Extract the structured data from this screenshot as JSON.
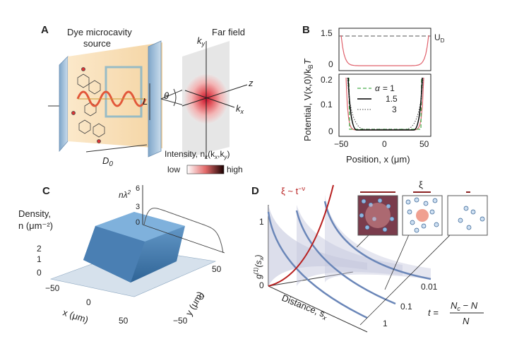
{
  "panelA": {
    "letter": "A",
    "source_title_line1": "Dye microcavity",
    "source_title_line2": "source",
    "far_field": "Far field",
    "cavity_length": "L",
    "diameter": "D",
    "diameter_sub": "0",
    "angle": "θ",
    "axis_ky": "k",
    "axis_ky_sub": "y",
    "axis_kx": "k",
    "axis_kx_sub": "x",
    "axis_z": "z",
    "intensity_label": "Intensity, n",
    "intensity_arg": "(k",
    "intensity_arg_mid": ",k",
    "intensity_arg_end": ")",
    "colorbar_low": "low",
    "colorbar_high": "high",
    "colors": {
      "cavity": "#f7d9a8",
      "mirror": "#a9c4dc",
      "beam": "#e2573a"
    }
  },
  "panelB": {
    "letter": "B",
    "ylabel": "Potential, V(x,0)/k",
    "ylabel_sub": "B",
    "ylabel_end": "T",
    "xlabel": "Position, x (μm)",
    "top_yticks": [
      "1.5",
      "0"
    ],
    "bottom_yticks": [
      "0.2",
      "0.1",
      "0"
    ],
    "xticks": [
      "−50",
      "0",
      "50"
    ],
    "ud_label": "U",
    "ud_sub": "D",
    "legend_symbol": "α",
    "legend": [
      "= 1",
      "1.5",
      "3"
    ],
    "colors": {
      "data": "#e0606b",
      "alpha1": "#4caf50",
      "alpha15": "#000000",
      "alpha3": "#444444"
    }
  },
  "panelC": {
    "letter": "C",
    "density_label": "Density,",
    "density_unit": "n (μm⁻²)",
    "z_ticks": [
      "2",
      "1",
      "0"
    ],
    "x_ticks": [
      "−50",
      "0",
      "50"
    ],
    "y_ticks": [
      "50",
      "0",
      "−50"
    ],
    "xlabel": "x (μm)",
    "ylabel": "y (μm)",
    "profile_label": "nλ",
    "profile_exp": "2",
    "profile_ticks": [
      "6",
      "3",
      "0"
    ],
    "colors": {
      "surface": "#5a8fbf",
      "surface_dark": "#2e5f8e"
    }
  },
  "panelD": {
    "letter": "D",
    "xi_law": "ξ ~ t",
    "xi_exp": "−ν",
    "xi": "ξ",
    "ylabel": "g",
    "ylabel_sup": "(1)",
    "ylabel_arg": "(s",
    "ylabel_arg_sub": "x",
    "ylabel_arg_end": ")",
    "y_ticks": [
      "1",
      "0"
    ],
    "xlabel": "Distance, s",
    "xlabel_sub": "x",
    "t_ticks": [
      "0.01",
      "0.1",
      "1"
    ],
    "t_def_lhs": "t =",
    "t_def_num": "N",
    "t_def_num_sub": "c",
    "t_def_num_end": " − N",
    "t_def_den": "N",
    "colors": {
      "curve": "#6a86b8",
      "xi_curve": "#b82020",
      "shade": "#c5c8de",
      "scale_bar": "#8b2222"
    }
  }
}
